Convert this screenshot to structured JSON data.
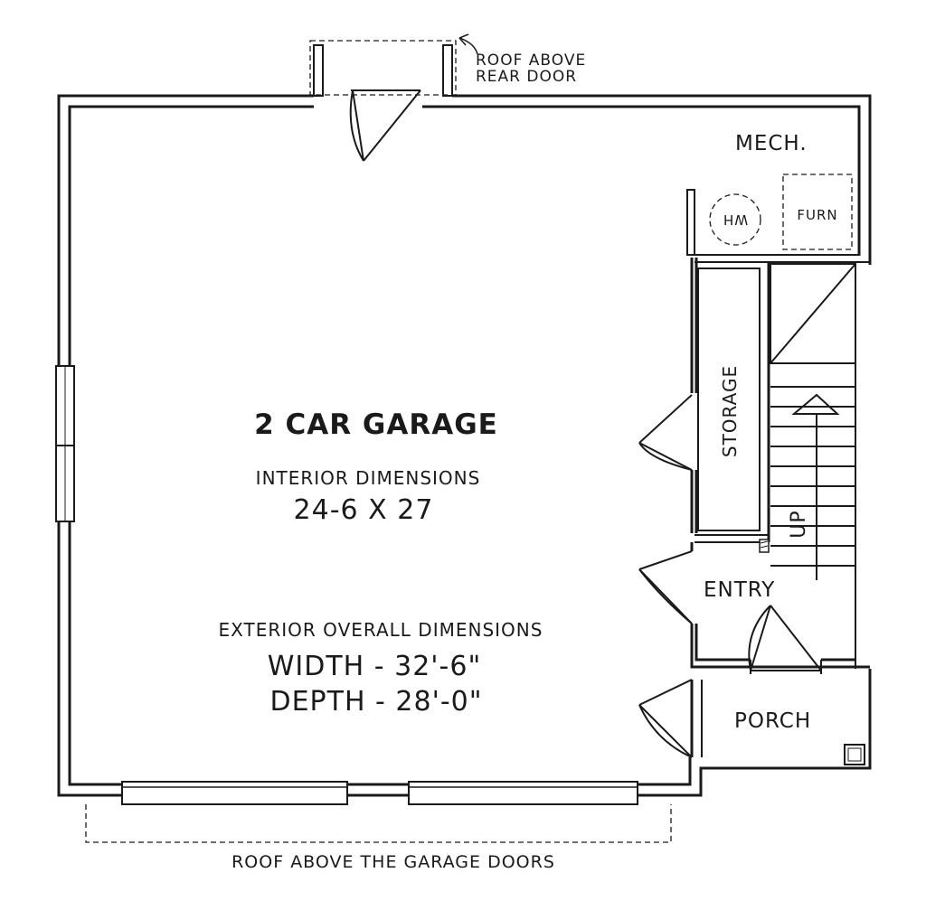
{
  "labels": {
    "roof_rear_line1": "ROOF ABOVE",
    "roof_rear_line2": "REAR DOOR",
    "mech": "MECH.",
    "wh": "WH",
    "furn": "FURN",
    "garage_title": "2 CAR GARAGE",
    "interior_dims_heading": "INTERIOR DIMENSIONS",
    "interior_dims_value": "24-6 X 27",
    "storage": "STORAGE",
    "up": "UP",
    "entry": "ENTRY",
    "exterior_dims_heading": "EXTERIOR OVERALL DIMENSIONS",
    "width": "WIDTH - 32'-6\"",
    "depth": "DEPTH - 28'-0\"",
    "porch": "PORCH",
    "roof_garage_doors": "ROOF ABOVE THE GARAGE DOORS"
  },
  "colors": {
    "ink": "#1a1a1a",
    "paper": "#ffffff"
  }
}
